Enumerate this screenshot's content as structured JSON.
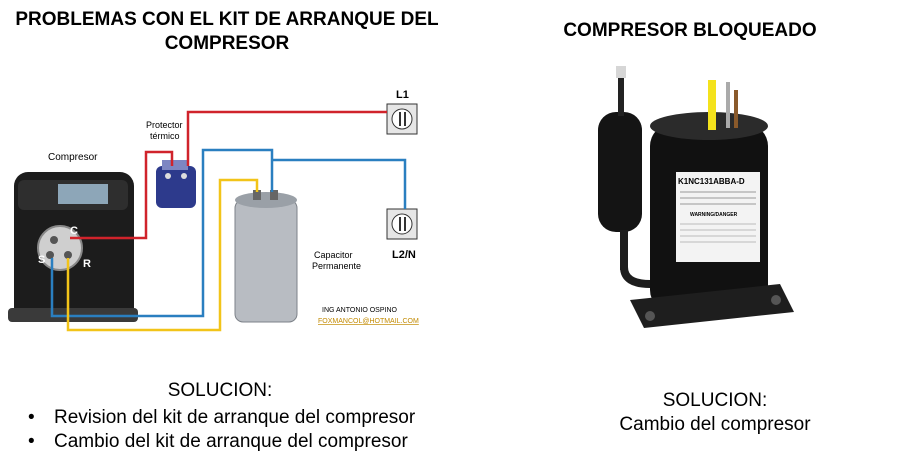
{
  "left_panel": {
    "title": "PROBLEMAS CON EL KIT DE ARRANQUE DEL COMPRESOR",
    "diagram": {
      "compressor_label": "Compresor",
      "protector_label_line1": "Protector",
      "protector_label_line2": "térmico",
      "terminal_c": "C",
      "terminal_s": "S",
      "terminal_r": "R",
      "line1_label": "L1",
      "line2_label": "L2/N",
      "capacitor_label_line1": "Capacitor",
      "capacitor_label_line2": "Permanente",
      "author_name": "ING ANTONIO OSPINO",
      "author_email": "FOXMANCOL@HOTMAIL.COM",
      "wire_colors": {
        "red": "#d0232b",
        "blue": "#2a7fc0",
        "yellow": "#f2c419"
      }
    },
    "solution": {
      "heading": "SOLUCION:",
      "items": [
        "Revision del kit de arranque del compresor",
        "Cambio del kit de arranque del compresor"
      ]
    }
  },
  "right_panel": {
    "title": "COMPRESOR BLOQUEADO",
    "compressor_model": "K1NC131ABBA-D",
    "warning_label": "WARNING/DANGER",
    "solution": {
      "heading": "SOLUCION:",
      "text": "Cambio del compresor"
    }
  }
}
